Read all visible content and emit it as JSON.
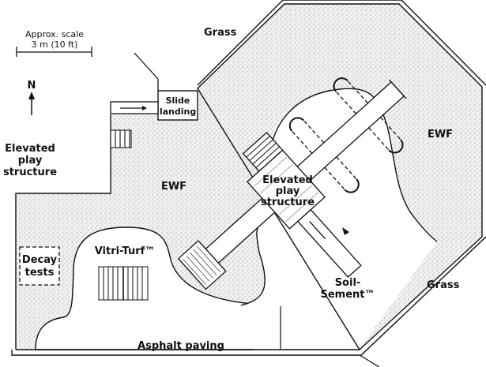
{
  "diagram": {
    "type": "site-plan",
    "scale": {
      "line1": "Approx. scale",
      "line2": "3 m (10 ft)"
    },
    "north": "N",
    "labels": {
      "grass_top": "Grass",
      "grass_right": "Grass",
      "slide_landing_1": "Slide",
      "slide_landing_2": "landing",
      "elevated_left_1": "Elevated",
      "elevated_left_2": "play",
      "elevated_left_3": "structure",
      "ewf_center": "EWF",
      "ewf_right": "EWF",
      "elevated_center_1": "Elevated",
      "elevated_center_2": "play",
      "elevated_center_3": "structure",
      "decay_1": "Decay",
      "decay_2": "tests",
      "vitri": "Vitri-Turf™",
      "soil_1": "Soil-",
      "soil_2": "Sement™",
      "asphalt": "Asphalt paving"
    },
    "colors": {
      "line": "#111111",
      "stipple": "#9a9a9a"
    }
  }
}
